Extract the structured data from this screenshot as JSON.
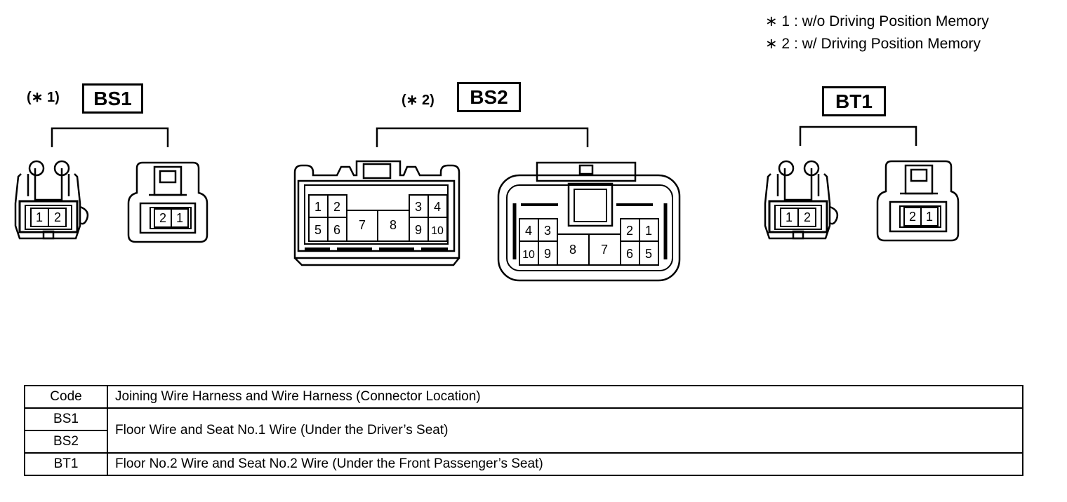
{
  "notes": [
    "∗ 1 : w/o Driving Position Memory",
    "∗ 2 : w/ Driving Position Memory"
  ],
  "connectors": {
    "bs1": {
      "prefix": "(∗ 1)",
      "code": "BS1",
      "pins_male": [
        "1",
        "2"
      ],
      "pins_female": [
        "2",
        "1"
      ]
    },
    "bs2": {
      "prefix": "(∗ 2)",
      "code": "BS2",
      "pins_male": [
        "1",
        "2",
        "3",
        "4",
        "5",
        "6",
        "7",
        "8",
        "9",
        "10"
      ],
      "pins_female": [
        "4",
        "3",
        "2",
        "1",
        "10",
        "9",
        "8",
        "7",
        "6",
        "5"
      ]
    },
    "bt1": {
      "code": "BT1",
      "pins_male": [
        "1",
        "2"
      ],
      "pins_female": [
        "2",
        "1"
      ]
    }
  },
  "table": {
    "header": {
      "code": "Code",
      "desc": "Joining Wire Harness and Wire Harness (Connector Location)"
    },
    "rows": [
      {
        "codes": [
          "BS1",
          "BS2"
        ],
        "desc": "Floor Wire and Seat No.1 Wire (Under the Driver’s Seat)"
      },
      {
        "codes": [
          "BT1"
        ],
        "desc": "Floor No.2 Wire and Seat No.2 Wire (Under the Front Passenger’s Seat)"
      }
    ]
  }
}
